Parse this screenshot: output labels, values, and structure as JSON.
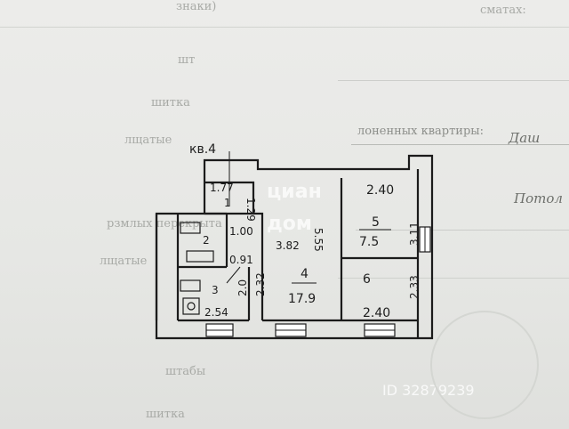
{
  "background_form": {
    "lines": [
      {
        "text": "знаки)"
      },
      {
        "text": "сматах:"
      },
      {
        "text": "шт"
      },
      {
        "text": "шитка"
      },
      {
        "text": "лщатые"
      },
      {
        "text": "лоненных квартиры:"
      },
      {
        "text": "рзмлых перекрыта"
      },
      {
        "text": "лщатые"
      },
      {
        "text": "штабы"
      },
      {
        "text": "шитка"
      }
    ],
    "handwriting": [
      {
        "text": "Даш"
      },
      {
        "text": "Потол"
      }
    ]
  },
  "watermark": {
    "brand_top": "циан",
    "brand_bottom": "дом",
    "id_text": "ID 32879239"
  },
  "plan": {
    "kv_label": "кв.4",
    "rooms": [
      {
        "number": "1"
      },
      {
        "number": "2"
      },
      {
        "number": "3"
      },
      {
        "number": "4",
        "area": "17.9"
      },
      {
        "number": "5",
        "area": "7.5"
      },
      {
        "number": "6"
      }
    ],
    "dims": {
      "d_1_77": "1.77",
      "d_1_29": "1.29",
      "d_1_00": "1.00",
      "d_0_91": "0.91",
      "d_3_82": "3.82",
      "d_5_55": "5.55",
      "d_2_40_top": "2.40",
      "d_3_11": "3.11",
      "d_2_33": "2.33",
      "d_2_32": "2.32",
      "d_2_40_bottom": "2.40",
      "d_2_54": "2.54",
      "d_2_0": "2.0"
    }
  }
}
